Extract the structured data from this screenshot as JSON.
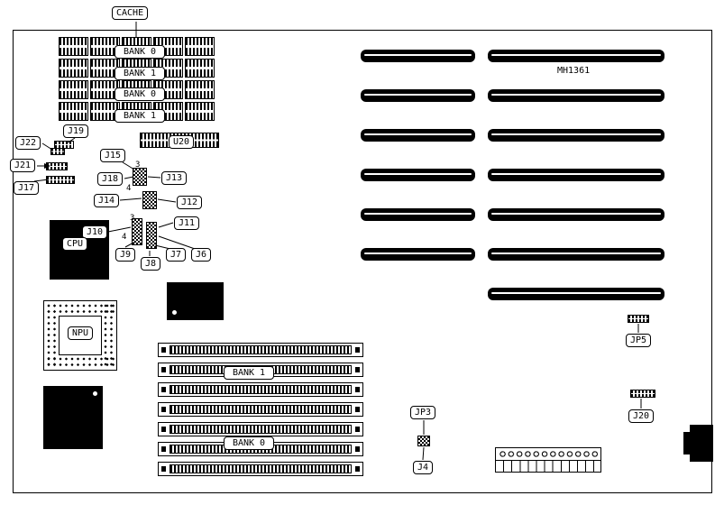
{
  "board": {
    "model": "MH1361"
  },
  "callouts": {
    "cache": "CACHE",
    "cpu": "CPU",
    "npu": "NPU",
    "u20": "U20"
  },
  "cache_bank_labels": [
    "BANK 0",
    "BANK 1",
    "BANK 0",
    "BANK 1"
  ],
  "simm_bank_labels": {
    "bank1": "BANK 1",
    "bank0": "BANK 0"
  },
  "jumpers": {
    "j22": "J22",
    "j21": "J21",
    "j17": "J17",
    "j19": "J19",
    "j15": "J15",
    "j18": "J18",
    "j13": "J13",
    "j14": "J14",
    "j12": "J12",
    "j11": "J11",
    "j10": "J10",
    "j9": "J9",
    "j8": "J8",
    "j7": "J7",
    "j6": "J6",
    "jp3": "JP3",
    "j4": "J4",
    "jp5": "JP5",
    "j20": "J20"
  },
  "pin_numbers": {
    "n3_top": "3",
    "n4_top": "4",
    "n3_bottom": "3",
    "n4_bottom": "4"
  },
  "colors": {
    "ink": "#000000",
    "paper": "#ffffff"
  }
}
